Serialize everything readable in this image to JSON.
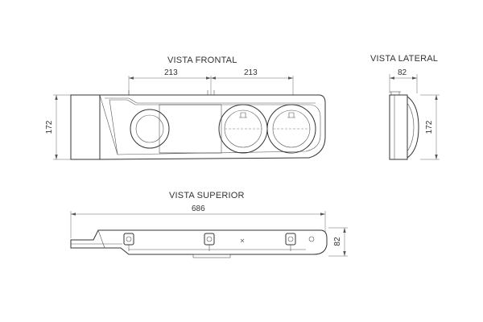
{
  "views": {
    "front": {
      "title": "VISTA FRONTAL"
    },
    "side": {
      "title": "VISTA LATERAL"
    },
    "top": {
      "title": "VISTA SUPERIOR"
    }
  },
  "dimensions": {
    "front_spacing_left": "213",
    "front_spacing_right": "213",
    "front_height": "172",
    "side_depth": "82",
    "side_height": "172",
    "top_length": "686",
    "top_depth": "82"
  },
  "colors": {
    "line": "#333333",
    "background": "#ffffff"
  }
}
